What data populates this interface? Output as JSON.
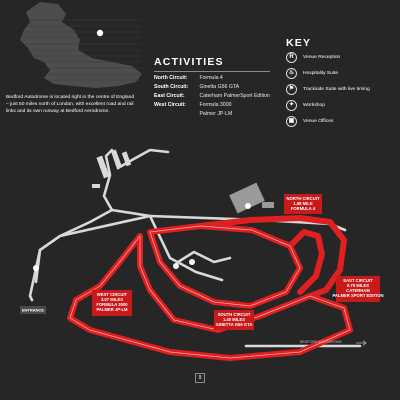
{
  "intro_text": "Bedford Autodrome is located right in the centre of England – just 50 miles north of London, with excellent road and rail links and its own runway at Bedford Aerodrome.",
  "activities": {
    "title": "ACTIVITIES",
    "rows": [
      {
        "circuit": "North Circuit:",
        "car": "Formula 4"
      },
      {
        "circuit": "South Circuit:",
        "car": "Ginetta G56 GTA"
      },
      {
        "circuit": "East Circuit:",
        "car": "Caterham PalmerSport Edition"
      },
      {
        "circuit": "West Circuit:",
        "car": "Formula 3000"
      },
      {
        "circuit": "",
        "car": "Palmer JP-LM"
      }
    ]
  },
  "key": {
    "title": "KEY",
    "items": [
      {
        "icon": "reception-icon",
        "glyph": "R",
        "label": "Venue Reception"
      },
      {
        "icon": "hospitality-icon",
        "glyph": "♨",
        "label": "Hospitality Suite"
      },
      {
        "icon": "trackside-suite-icon",
        "glyph": "⚑",
        "label": "Trackside Suite with live timing"
      },
      {
        "icon": "workshop-icon",
        "glyph": "✦",
        "label": "Workshop"
      },
      {
        "icon": "venue-offices-icon",
        "glyph": "▣",
        "label": "Venue Offices"
      }
    ]
  },
  "circuit_labels": {
    "north_top": [
      "NORTH CIRCUIT",
      "1.88 MILE",
      "FORMULA 4"
    ],
    "west": [
      "WEST CIRCUIT",
      "3.07 MILES",
      "FORMULA 3000",
      "PALMER JP-LM"
    ],
    "south": [
      "SOUTH CIRCUIT",
      "1.40 MILES",
      "GINETTA G56 GTA"
    ],
    "east": [
      "EAST CIRCUIT",
      "0.79 MILES",
      "CATERHAM",
      "PALMER SPORT EDITION"
    ]
  },
  "entrance_label": "ENTRANCE",
  "aerodrome_label": "BEDFORD AERODROME",
  "page_number": "9",
  "colors": {
    "background": "#262626",
    "track": "#e02020",
    "road": "#d9d9d9",
    "map_fill": "#4a4a4a"
  }
}
